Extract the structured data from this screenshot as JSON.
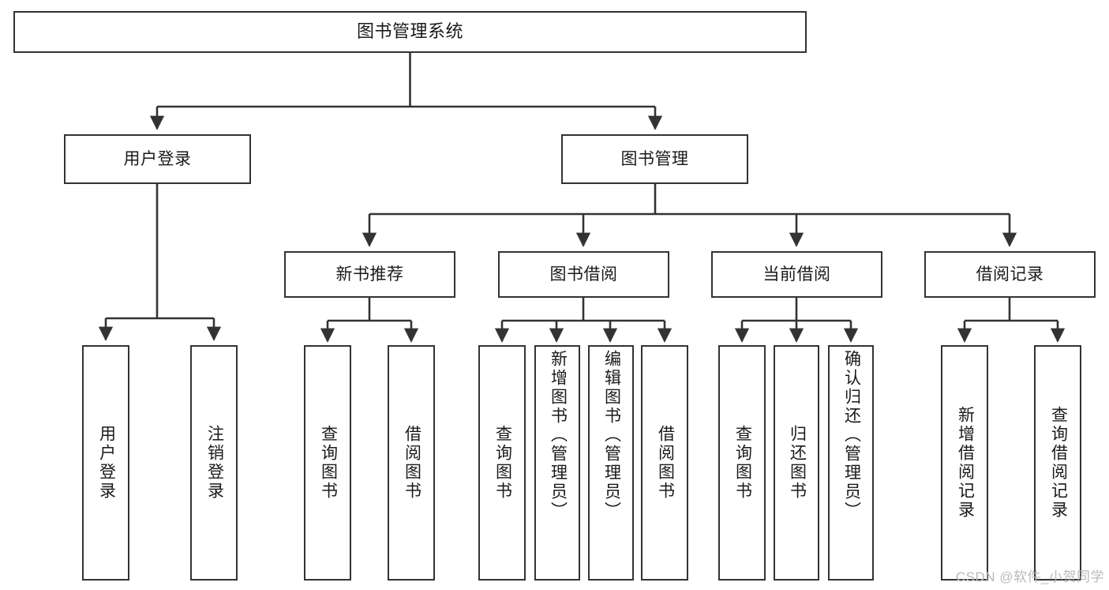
{
  "diagram": {
    "title": "图书管理系统",
    "type": "functional-structure-tree",
    "root": {
      "label": "图书管理系统"
    },
    "level2": [
      {
        "label": "用户登录"
      },
      {
        "label": "图书管理"
      }
    ],
    "level3": [
      {
        "label": "新书推荐"
      },
      {
        "label": "图书借阅"
      },
      {
        "label": "当前借阅"
      },
      {
        "label": "借阅记录"
      }
    ],
    "leaves": {
      "user_login": [
        {
          "label": "用户登录"
        },
        {
          "label": "注销登录"
        }
      ],
      "new_book_recommend": [
        {
          "label": "查询图书"
        },
        {
          "label": "借阅图书"
        }
      ],
      "book_borrow": [
        {
          "label": "查询图书"
        },
        {
          "label": "新增图书（管理员）"
        },
        {
          "label": "编辑图书（管理员）"
        },
        {
          "label": "借阅图书"
        }
      ],
      "current_borrow": [
        {
          "label": "查询图书"
        },
        {
          "label": "归还图书"
        },
        {
          "label": "确认归还（管理员）"
        }
      ],
      "borrow_record": [
        {
          "label": "新增借阅记录"
        },
        {
          "label": "查询借阅记录"
        }
      ]
    }
  },
  "watermark": {
    "text": "CSDN @软件_小贺同学"
  },
  "colors": {
    "box_border": "#333333",
    "box_fill": "#ffffff",
    "connector": "#333333",
    "text": "#1a1a1a",
    "watermark": "#b9b9b9",
    "background": "#ffffff"
  }
}
